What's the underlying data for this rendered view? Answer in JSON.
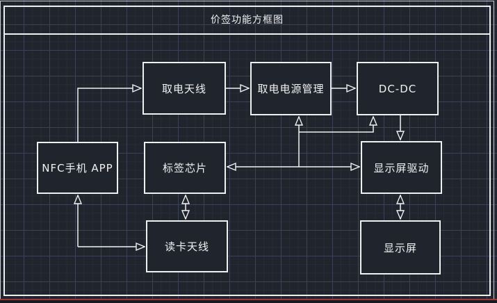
{
  "app": {
    "title_block": "价签功能方框图"
  },
  "diagram": {
    "nodes": {
      "power_antenna": {
        "label": "取电天线"
      },
      "power_mgmt": {
        "label": "取电电源管理"
      },
      "dc_dc": {
        "label": "DC-DC"
      },
      "nfc_app": {
        "label": "NFC手机 APP"
      },
      "tag_chip": {
        "label": "标签芯片"
      },
      "display_driver": {
        "label": "显示屏驱动"
      },
      "reader_antenna": {
        "label": "读卡天线"
      },
      "display": {
        "label": "显示屏"
      }
    },
    "connections": [
      {
        "from": "nfc_app",
        "to": "power_antenna",
        "direction": "one-way"
      },
      {
        "from": "power_antenna",
        "to": "power_mgmt",
        "direction": "one-way"
      },
      {
        "from": "power_mgmt",
        "to": "dc_dc",
        "direction": "one-way"
      },
      {
        "from": "dc_dc",
        "to": "display_driver",
        "direction": "one-way"
      },
      {
        "from": "tag_chip",
        "to": "display_driver",
        "direction": "two-way"
      },
      {
        "from": "tag_chip",
        "to": "power_mgmt",
        "direction": "one-way"
      },
      {
        "from": "tag_chip",
        "to": "dc_dc",
        "direction": "one-way"
      },
      {
        "from": "nfc_app",
        "to": "reader_antenna",
        "direction": "two-way"
      },
      {
        "from": "tag_chip",
        "to": "reader_antenna",
        "direction": "two-way"
      },
      {
        "from": "display_driver",
        "to": "display",
        "direction": "two-way"
      }
    ],
    "colors": {
      "canvas_bg": "#20242c",
      "grid_minor": "#272c37",
      "grid_major": "#3b4253",
      "line": "#f0f1f3",
      "accent_red": "#a13434"
    }
  }
}
